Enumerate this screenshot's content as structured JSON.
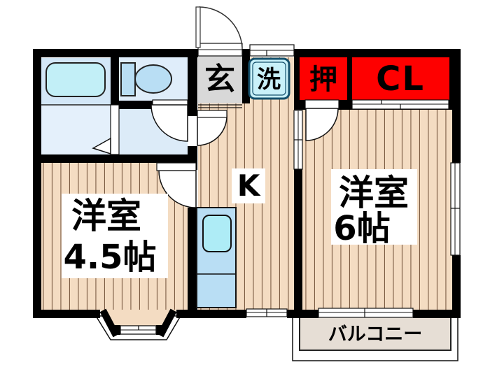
{
  "plan": {
    "entrance_label": "玄",
    "laundry_label": "洗",
    "closet_small_label": "押",
    "closet_label": "CL",
    "kitchen_label": "K",
    "room_west": {
      "name": "洋室",
      "size": "4.5帖"
    },
    "room_east": {
      "name": "洋室",
      "size": "6帖"
    },
    "balcony_label": "バルコニー"
  },
  "colors": {
    "wall": "#000000",
    "closet_red": "#fe0000",
    "wood": "#f4dcc2",
    "wood_stripe": "#7a5a42",
    "bath_floor": "#d3e7f7",
    "wash_floor": "#e4f0fb",
    "toilet_floor": "#dfedfa",
    "hall_floor": "#dcebf8",
    "entrance_floor": "#d8d8d8",
    "balcony_floor": "#e6ded5",
    "fixture_blue": "#b9def4",
    "sink_cyan": "#aeecf6",
    "tub_cyan": "#c2eff7",
    "washer_fill": "#c9f1f9",
    "washer_border": "#15506c"
  }
}
